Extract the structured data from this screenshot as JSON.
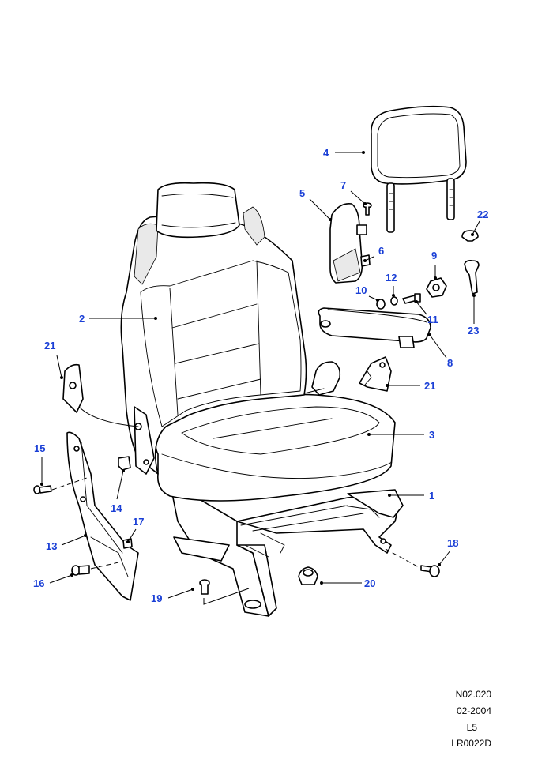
{
  "diagram": {
    "callouts": [
      {
        "label": "1"
      },
      {
        "label": "2"
      },
      {
        "label": "3"
      },
      {
        "label": "4"
      },
      {
        "label": "5"
      },
      {
        "label": "6"
      },
      {
        "label": "7"
      },
      {
        "label": "8"
      },
      {
        "label": "9"
      },
      {
        "label": "10"
      },
      {
        "label": "11"
      },
      {
        "label": "12"
      },
      {
        "label": "13"
      },
      {
        "label": "14"
      },
      {
        "label": "15"
      },
      {
        "label": "16"
      },
      {
        "label": "17"
      },
      {
        "label": "18"
      },
      {
        "label": "19"
      },
      {
        "label": "20"
      },
      {
        "label": "21"
      },
      {
        "label": "21"
      },
      {
        "label": "22"
      },
      {
        "label": "23"
      }
    ],
    "callout_color": "#1a3fd6"
  },
  "footer": {
    "code": "N02.020",
    "date": "02-2004",
    "model": "L5",
    "ref": "LR0022D"
  }
}
